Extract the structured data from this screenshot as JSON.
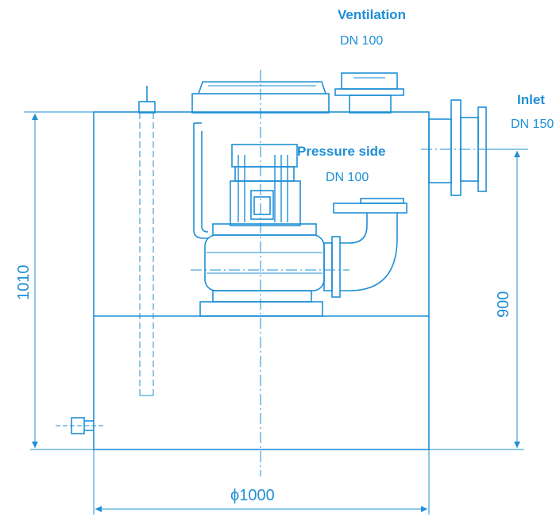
{
  "labels": {
    "ventilation_title": "Ventilation",
    "ventilation_dn": "DN 100",
    "inlet_title": "Inlet",
    "inlet_dn": "DN 150",
    "pressure_title": "Pressure side",
    "pressure_dn": "DN 100"
  },
  "dimensions": {
    "height_total": "1010",
    "height_inlet": "900",
    "diameter": "ϕ1000"
  },
  "colors": {
    "line": "#1e8fd6",
    "background": "#ffffff"
  }
}
